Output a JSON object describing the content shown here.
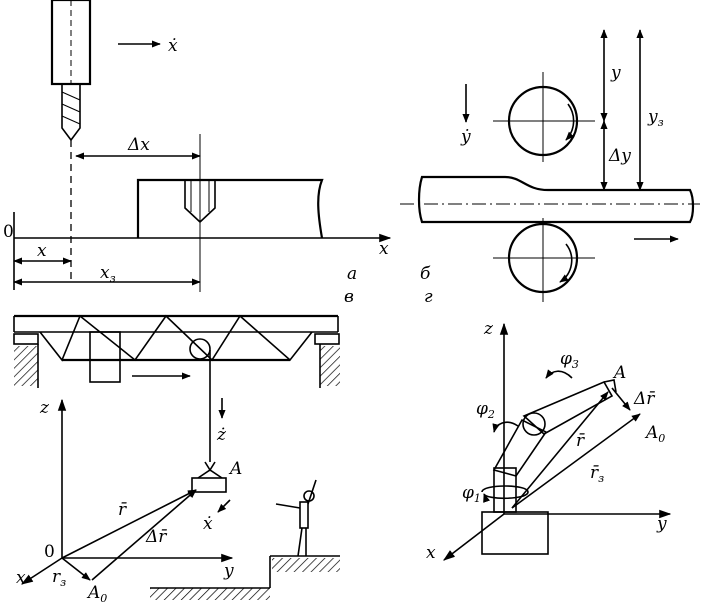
{
  "panels": {
    "a": {
      "panel_letter": "а",
      "velocity": "ẋ",
      "delta": "Δx",
      "origin": "0",
      "axis": "x",
      "x_label": "x",
      "x3_main": "x",
      "x3_sub": "з"
    },
    "b": {
      "panel_letter": "б",
      "velocity": "ẏ",
      "y_label": "y",
      "delta": "Δy",
      "y3_main": "y",
      "y3_sub": "з"
    },
    "v": {
      "panel_letter": "в",
      "z_vel": "ż",
      "x_vel": "ẋ",
      "point_A": "A",
      "axis_z": "z",
      "axis_y": "y",
      "axis_x": "x",
      "origin": "0",
      "r": "r̄",
      "dr": "Δr̄",
      "r3_main": "r",
      "r3_sub": "з",
      "A0_main": "A",
      "A0_sub": "0"
    },
    "g": {
      "panel_letter": "г",
      "axis_z": "z",
      "axis_y": "y",
      "axis_x": "x",
      "phi1_main": "φ",
      "phi1_sub": "1",
      "phi2_main": "φ",
      "phi2_sub": "2",
      "phi3_main": "φ",
      "phi3_sub": "3",
      "point_A": "A",
      "dr": "Δr̄",
      "r": "r̄",
      "r3_main": "r̄",
      "r3_sub": "з",
      "A0_main": "A",
      "A0_sub": "0"
    }
  }
}
